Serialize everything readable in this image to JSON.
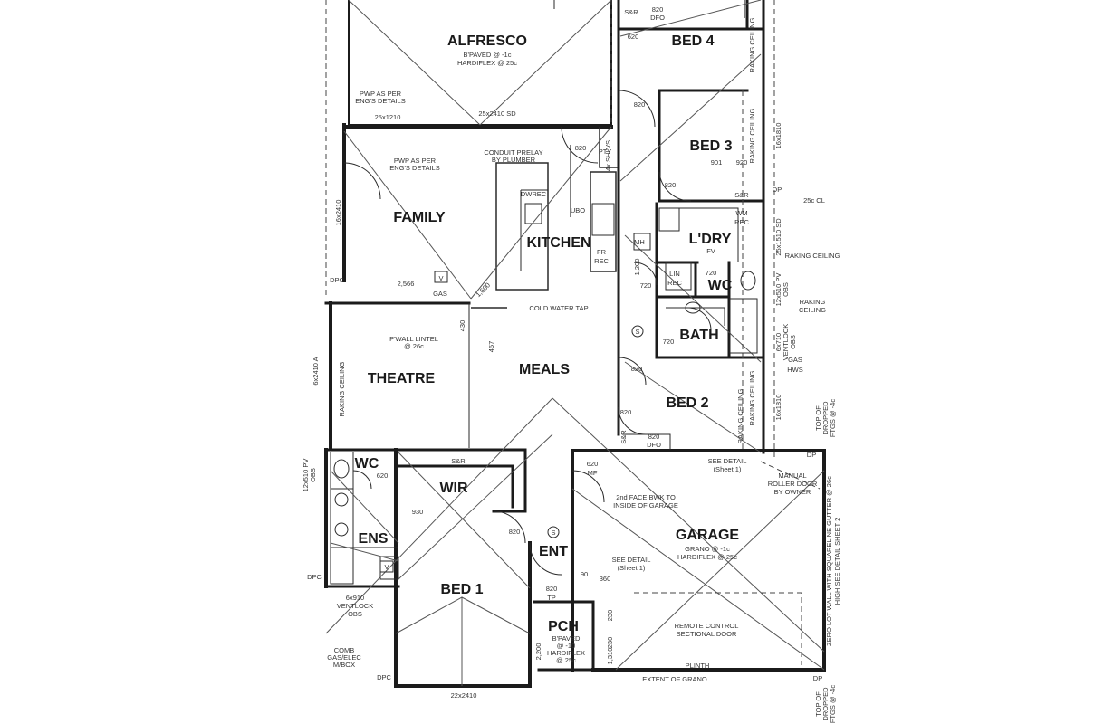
{
  "colors": {
    "line": "#1b1b1b",
    "text": "#1a1a1a",
    "paper": "#ffffff"
  },
  "rooms": {
    "alfresco": "ALFRESCO",
    "bed4": "BED 4",
    "bed3": "BED 3",
    "family": "FAMILY",
    "kitchen": "KITCHEN",
    "ldry": "L'DRY",
    "wc_top": "WC",
    "bath": "BATH",
    "theatre": "THEATRE",
    "meals": "MEALS",
    "bed2": "BED 2",
    "wc_left": "WC",
    "wir": "WIR",
    "ens": "ENS",
    "ent": "ENT",
    "garage": "GARAGE",
    "bed1": "BED 1",
    "pch": "PCH"
  },
  "notes": {
    "alfresco_1": "B'PAVED @ -1c",
    "alfresco_2": "HARDIFLEX @ 25c",
    "pwp1_1": "PWP AS PER",
    "pwp1_2": "ENG'S DETAILS",
    "pwp2_1": "PWP AS PER",
    "pwp2_2": "ENG'S DETAILS",
    "win_25x1210": "25x1210",
    "win_25x2410sd": "25x2410 SD",
    "conduit_1": "CONDUIT PRELAY",
    "conduit_2": "BY PLUMBER",
    "dwrec": "DWREC",
    "ubo": "UBO",
    "fr": "FR",
    "rec": "REC",
    "mh": "MH",
    "pty": "PTY",
    "shelves": "4x SHLVS",
    "d820_a": "820",
    "d820_b": "820",
    "d820_c": "820",
    "d820_d": "820",
    "d820_e": "820",
    "d820_f": "820",
    "d820_g": "820",
    "d820_h": "820",
    "d620_a": "620",
    "sr_top": "S&R",
    "dfo_top": "DFO",
    "raking1": "RAKING CEILING",
    "raking2": "RAKING CEILING",
    "raking3": "RAKING CEILING",
    "raking4": "RAKING CEILING",
    "raking5_1": "RAKING",
    "raking5_2": "CEILING",
    "raking6_1": "RAKING",
    "raking6_2": "CEILING",
    "raking7": "RAKING CEILING",
    "w16x1810": "16x1810",
    "d901": "901",
    "d920": "920",
    "sr_bed3": "S&R",
    "dp1": "DP",
    "cl25": "25c CL",
    "w25x1510sd": "25x1510 SD",
    "wm": "WM",
    "rec2": "REC",
    "fv": "FV",
    "lin": "LIN",
    "rec3": "REC",
    "d720a": "720",
    "d720b": "720",
    "d720c": "720",
    "d1200": "1,200",
    "w12x510_1": "12x510 PV",
    "w12x510_2": "OBS",
    "gas_bath": "GAS",
    "hws": "HWS",
    "vent1": "6x710",
    "vent2": "VENTLOCK",
    "vent3": "OBS",
    "family_w": "16x2410",
    "dim2566": "2,566",
    "gas_fam": "GAS",
    "dim1600": "1,600",
    "dim430": "430",
    "dim467": "467",
    "cold_tap": "COLD WATER TAP",
    "lintel_1": "P'WALL LINTEL",
    "lintel_2": "@ 26c",
    "raking_theatre": "RAKING CEILING",
    "theatre_w": "6x2410 A",
    "dpc1": "DPC",
    "s_sym": "S",
    "s_sym2": "S",
    "sr_bed2": "S&R",
    "dfo_bed2": "DFO",
    "d620_b": "620",
    "see_detail": "SEE DETAIL",
    "sheet1": "(Sheet 1)",
    "mf": "MF",
    "face_1": "2nd FACE BWK TO",
    "face_2": "INSIDE OF GARAGE",
    "manual_1": "MANUAL",
    "manual_2": "ROLLER DOOR",
    "manual_3": "BY OWNER",
    "garage_1": "GRANO @ -1c",
    "garage_2": "HARDIFLEX @ 25c",
    "see_detail2": "SEE DETAIL",
    "sheet1b": "(Sheet 1)",
    "d360": "360",
    "d90": "90",
    "d230": "230",
    "d1310": "1,310",
    "remote_1": "REMOTE CONTROL",
    "remote_2": "SECTIONAL DOOR",
    "plinth": "PLINTH",
    "extent": "EXTENT OF GRANO",
    "zero_lot_1": "ZERO LOT WALL WITH SQUARELINE GUTTER @ 26c",
    "zero_lot_2": "HIGH SEE DETAIL SHEET 2",
    "dropped_1": "TOP OF",
    "dropped_2": "DROPPED",
    "dropped_3": "FTGS @ -4c",
    "dropped_4": "TOP OF",
    "dropped_5": "DROPPED",
    "dropped_6": "FTGS @ -4c",
    "dp2": "DP",
    "dp3": "DP",
    "sr_wir": "S&R",
    "d930": "930",
    "d620_c": "620",
    "wc_w_1": "12x510 PV",
    "wc_w_2": "OBS",
    "ens_w_1": "6x910",
    "ens_w_2": "VENTLOCK",
    "ens_w_3": "OBS",
    "comb_1": "COMB",
    "comb_2": "GAS/ELEC",
    "comb_3": "M/BOX",
    "dpc2": "DPC",
    "dpc3": "DPC",
    "bed1_w": "22x2410",
    "d2200": "2,200",
    "tp": "TP",
    "pch_1": "B'PAVED",
    "pch_2": "@ -10",
    "pch_3": "HARDIFLEX",
    "pch_4": "@ 25c",
    "dfo_bed4": "DFO",
    "d820_bed4": "820",
    "sr_bed4": "S&R",
    "v1": "V",
    "v2": "V"
  }
}
